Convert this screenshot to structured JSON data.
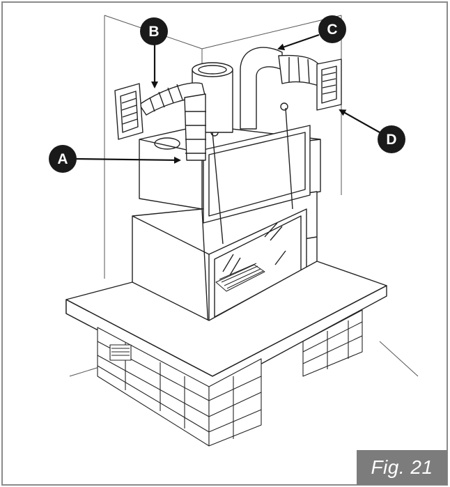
{
  "figure": {
    "caption": "Fig. 21"
  },
  "callouts": [
    {
      "id": "A",
      "label": "A"
    },
    {
      "id": "B",
      "label": "B"
    },
    {
      "id": "C",
      "label": "C"
    },
    {
      "id": "D",
      "label": "D"
    }
  ],
  "colors": {
    "line": "#222222",
    "frame": "#888888",
    "badge": "#7c7c7c",
    "callout": "#1a1a1a"
  }
}
